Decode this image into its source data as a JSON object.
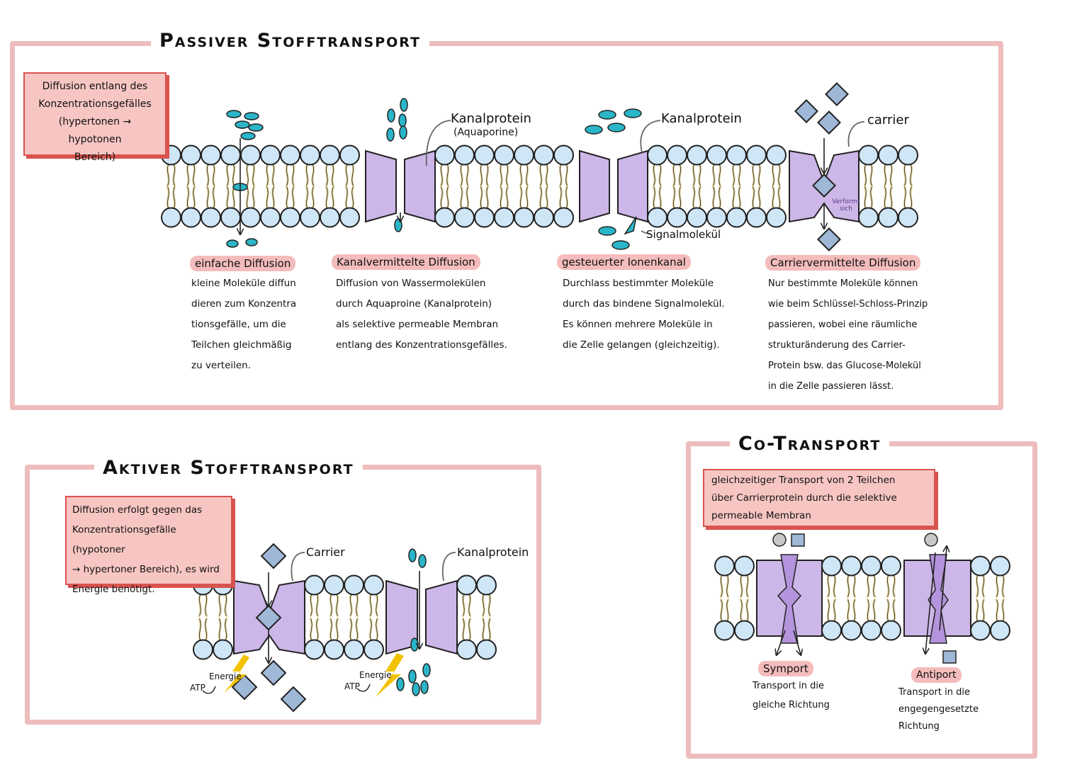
{
  "passive": {
    "title": "Passiver Stofftransport",
    "note": [
      "Diffusion entlang des",
      "Konzentrationsgefälles",
      "(hypertonen → hypotonen",
      "Bereich)"
    ],
    "annotations": {
      "kanalprotein_1": "Kanalprotein",
      "aquaporine": "(Aquaporine)",
      "kanalprotein_2": "Kanalprotein",
      "carrier": "carrier",
      "signalmolekuel": "Signalmolekül",
      "verformt": "Verformt sich"
    },
    "columns": [
      {
        "label": "einfache Diffusion",
        "lines": [
          "kleine Moleküle diffun",
          "dieren zum Konzentra",
          "tionsgefälle, um die",
          "Teilchen gleichmäßig",
          "zu verteilen."
        ]
      },
      {
        "label": "Kanalvermittelte Diffusion",
        "lines": [
          "Diffusion von Wassermolekülen",
          "durch Aquaproine (Kanalprotein)",
          "als selektive permeable Membran",
          "entlang des Konzentrationsgefälles."
        ]
      },
      {
        "label": "gesteuerter Ionenkanal",
        "lines": [
          "Durchlass bestimmter Moleküle",
          "durch das bindene Signalmolekül.",
          "Es können mehrere Moleküle in",
          "die Zelle gelangen (gleichzeitig)."
        ]
      },
      {
        "label": "Carriervermittelte Diffusion",
        "lines": [
          "Nur bestimmte Moleküle können",
          "wie beim Schlüssel-Schloss-Prinzip",
          "passieren, wobei eine räumliche",
          "strukturänderung des Carrier-",
          "Protein bsw. das Glucose-Molekül",
          "in die Zelle passieren lässt."
        ]
      }
    ]
  },
  "active": {
    "title": "Aktiver Stofftransport",
    "note": [
      "Diffusion erfolgt gegen das",
      "Konzentrationsgefälle (hypotoner",
      "→ hypertoner Bereich), es wird",
      "Energie benötigt."
    ],
    "annotations": {
      "carrier": "Carrier",
      "kanalprotein": "Kanalprotein",
      "energie_1": "Energie",
      "atp_1": "ATP",
      "energie_2": "Energie",
      "atp_2": "ATP"
    }
  },
  "cotransport": {
    "title": "Co-Transport",
    "note": [
      "gleichzeitiger Transport von 2 Teilchen",
      "über Carrierprotein durch die selektive",
      "permeable Membran"
    ],
    "symport": {
      "label": "Symport",
      "lines": [
        "Transport in die",
        "gleiche Richtung"
      ]
    },
    "antiport": {
      "label": "Antiport",
      "lines": [
        "Transport in die",
        "engegengesetzte",
        "Richtung"
      ]
    }
  },
  "colors": {
    "frame": "#eebcbc",
    "note_fill": "#f7c6c3",
    "note_border": "#d9534f",
    "label_fill": "#f4bcbc",
    "head_fill": "#cfe6f7",
    "protein": "#cdb6e8",
    "protein_dark": "#b494dc",
    "molecule_teal": "#2bb5c9",
    "molecule_diamond": "#9fb8d8",
    "energy": "#f2c200"
  }
}
